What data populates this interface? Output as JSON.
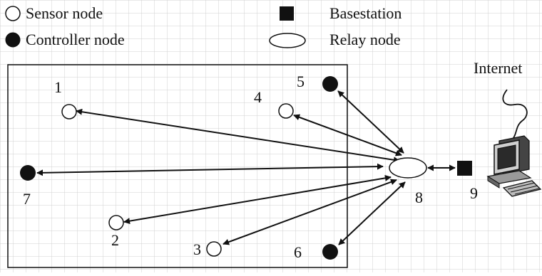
{
  "legend": {
    "sensor": "Sensor node",
    "controller": "Controller node",
    "basestation": "Basestation",
    "relay": "Relay node"
  },
  "internet_label": "Internet",
  "node_labels": {
    "n1": "1",
    "n2": "2",
    "n3": "3",
    "n4": "4",
    "n5": "5",
    "n6": "6",
    "n7": "7",
    "n8": "8",
    "n9": "9"
  },
  "colors": {
    "grid": "#d0d0d0",
    "ink": "#111111",
    "background": "#ffffff"
  },
  "icons": {
    "computer": "computer-icon"
  }
}
